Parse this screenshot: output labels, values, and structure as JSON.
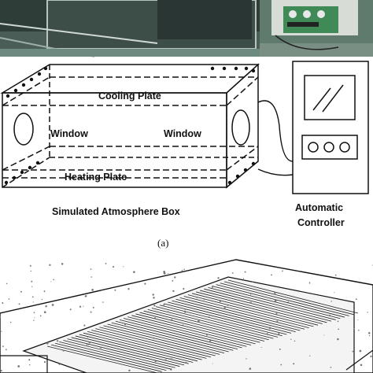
{
  "labels": {
    "cooling_plate": "Cooling Plate",
    "window_left": "Window",
    "window_right": "Window",
    "heating_plate": "Heating Plate",
    "box_caption": "Simulated Atmosphere Box",
    "controller_line1": "Automatic",
    "controller_line2": "Controller",
    "panel_a": "(a)"
  },
  "colors": {
    "photo_dark": "#3a4a44",
    "photo_floor": "#5d7a70",
    "photo_green": "#4c8a5c",
    "line": "#111111",
    "speckle": "#888888"
  }
}
